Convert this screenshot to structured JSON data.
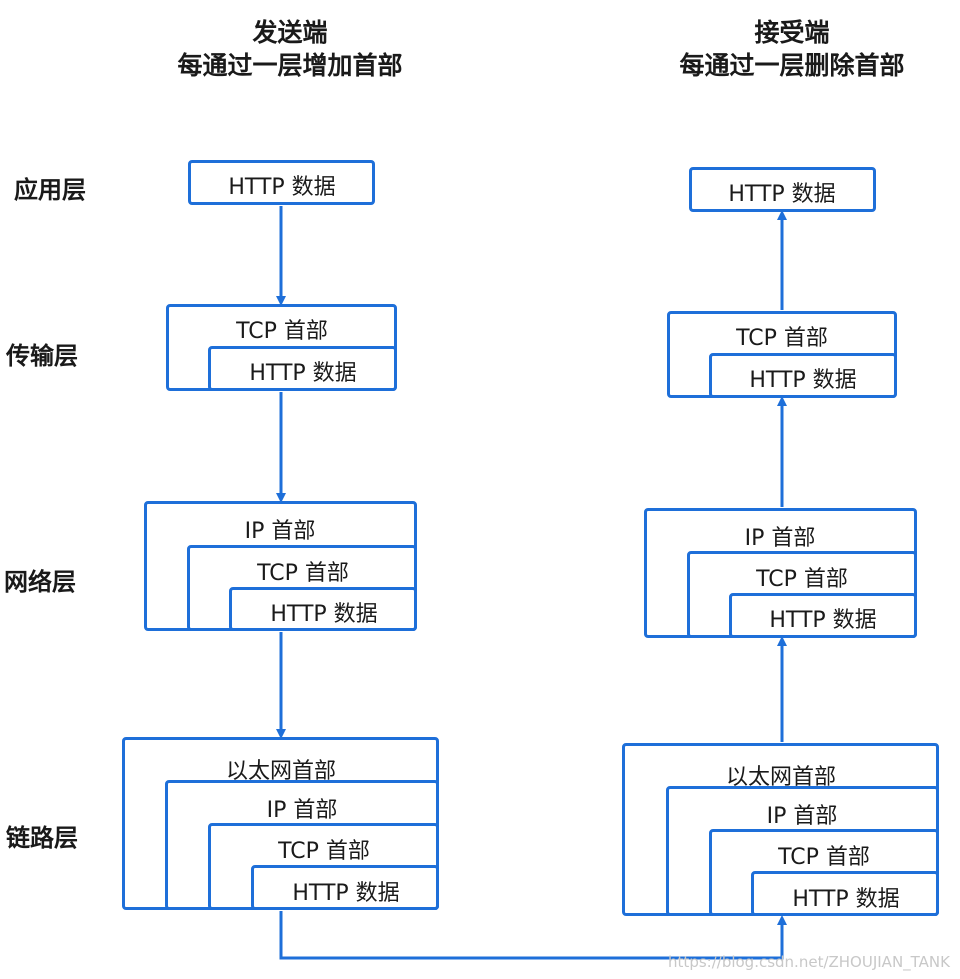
{
  "titles": {
    "sender_line1": "发送端",
    "sender_line2": "每通过一层增加首部",
    "receiver_line1": "接受端",
    "receiver_line2": "每通过一层删除首部"
  },
  "layers": {
    "application": "应用层",
    "transport": "传输层",
    "network": "网络层",
    "link": "链路层"
  },
  "labels": {
    "http_data": "HTTP 数据",
    "tcp_header": "TCP 首部",
    "ip_header": "IP 首部",
    "ethernet_header": "以太网首部"
  },
  "watermark": "https://blog.csdn.net/ZHOUJIAN_TANK",
  "colors": {
    "accent": "#1e6fd9"
  }
}
